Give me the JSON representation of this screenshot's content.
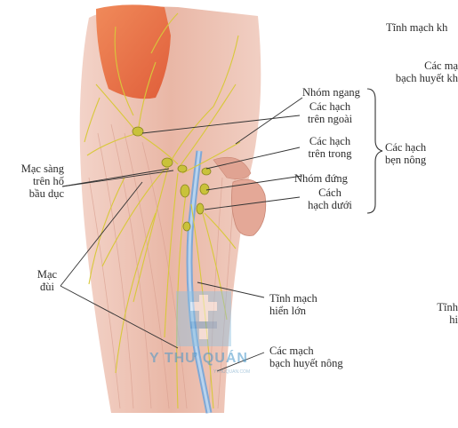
{
  "labels": {
    "tinh_mach_khoeo": "Tĩnh mạch kh",
    "cac_mach_bh_khoeo_1": "Các mạ",
    "cac_mach_bh_khoeo_2": "bạch huyết kh",
    "nhom_ngang": "Nhóm ngang",
    "hach_tren_ngoai_1": "Các hạch",
    "hach_tren_ngoai_2": "trên ngoài",
    "hach_tren_trong_1": "Các hạch",
    "hach_tren_trong_2": "trên trong",
    "nhom_dung": "Nhóm đứng",
    "hach_duoi_1": "Cách",
    "hach_duoi_2": "hạch dưới",
    "hach_ben_nong_1": "Các hạch",
    "hach_ben_nong_2": "bẹn nông",
    "mac_sang_1": "Mạc sàng",
    "mac_sang_2": "trên hố",
    "mac_sang_3": "bầu dục",
    "mac_dui_1": "Mạc",
    "mac_dui_2": "đùi",
    "tm_hien_lon_1": "Tĩnh mạch",
    "tm_hien_lon_2": "hiển lớn",
    "bh_nong_1": "Các mạch",
    "bh_nong_2": "bạch huyết nông",
    "tm_right_1": "Tĩnh",
    "tm_right_2": "hi"
  },
  "watermark": {
    "title": "Y THƯ QUÁN",
    "subtitle": "YTHUQUAN.COM"
  },
  "colors": {
    "skin": "#e8b8a8",
    "muscle": "#e87a50",
    "vein": "#8fb8e0",
    "lymph": "#d8c83a",
    "node": "#c9c23a",
    "leader": "#333333"
  }
}
